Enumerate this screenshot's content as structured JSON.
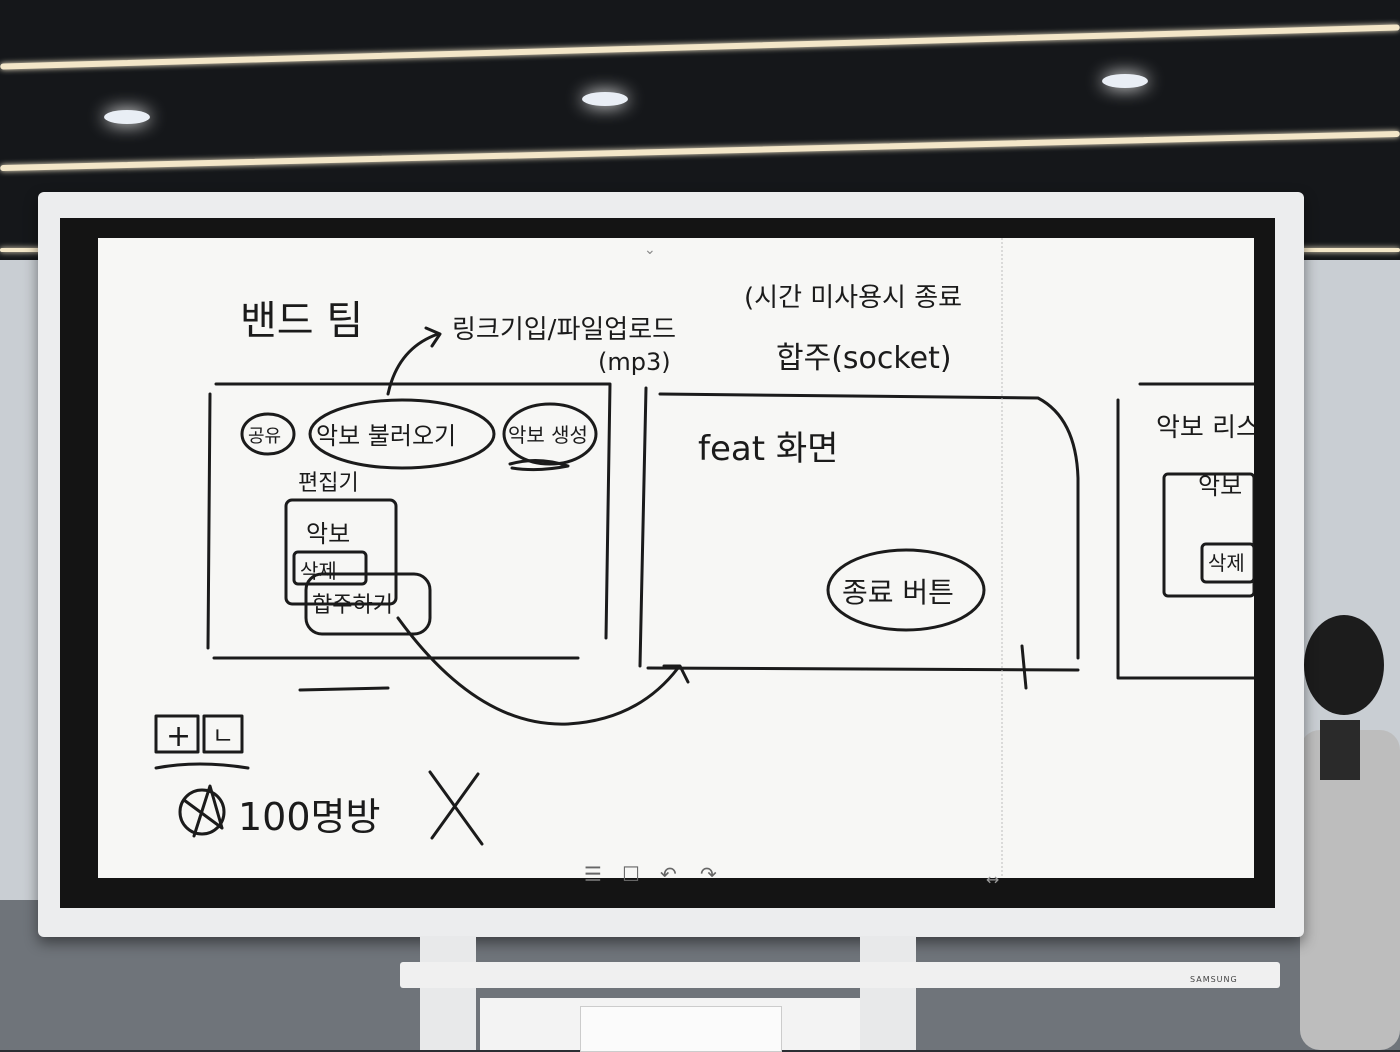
{
  "scene": {
    "description_colors": {
      "whiteboard": "#f7f7f5",
      "ink": "#1b1b1b",
      "bezel": "#ecedee",
      "ceiling": "#15171a"
    }
  },
  "whiteboard": {
    "title": "밴드 팀",
    "note_link": "링크기입/파일업로드",
    "note_mp3": "(mp3)",
    "note_timeout": "(시간 미사용시 종료",
    "note_socket": "합주(socket)",
    "panel1": {
      "pill_share": "공유",
      "pill_load": "악보 불러오기",
      "pill_create": "악보 생성",
      "editor": "편집기",
      "box_sheet": "악보",
      "box_delete": "삭제",
      "btn_ensemble": "합주하기"
    },
    "panel2": {
      "feat": "feat 화면",
      "end_button": "종료 버튼"
    },
    "panel3": {
      "title": "악보 리스",
      "item": "악보",
      "delete": "삭제"
    },
    "bottom": {
      "tab_plus": "+",
      "tab_l": "ㄴ",
      "room": "100명방"
    }
  },
  "toolbar": {
    "menu_icon": "menu-icon",
    "page_icon": "page-icon",
    "undo_icon": "undo-icon",
    "redo_icon": "redo-icon"
  },
  "monitor": {
    "brand": "SAMSUNG"
  }
}
